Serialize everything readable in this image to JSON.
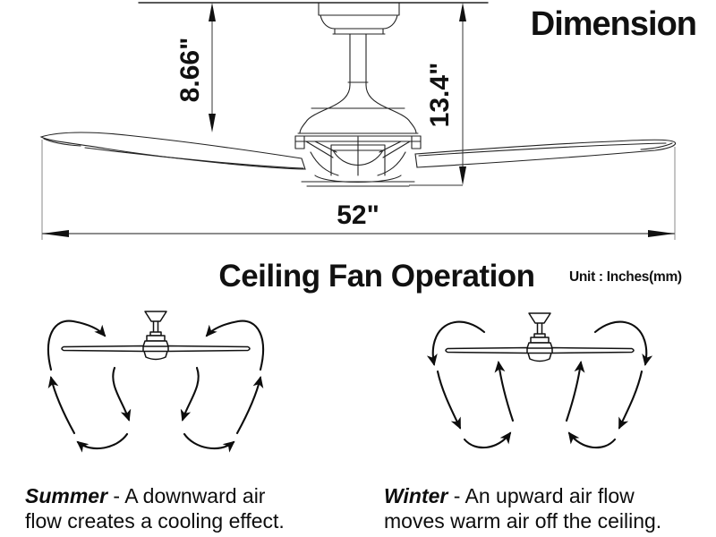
{
  "dimension_section": {
    "title": "Dimension",
    "upper_height_label": "8.66\"",
    "total_height_label": "13.4\"",
    "blade_span_label": "52\""
  },
  "operation_section": {
    "title": "Ceiling Fan Operation",
    "unit_note": "Unit : Inches(mm)",
    "summer": {
      "term": "Summer",
      "line1": " - A downward air",
      "line2": "flow creates a cooling effect."
    },
    "winter": {
      "term": "Winter",
      "line1": " - An upward air flow",
      "line2": "moves warm air off the ceiling."
    }
  },
  "colors": {
    "background": "#ffffff",
    "line": "#1c1c1c",
    "text": "#111111"
  }
}
